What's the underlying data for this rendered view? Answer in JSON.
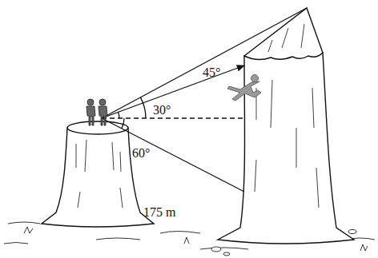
{
  "diagram": {
    "labels": [
      "30°",
      "45°",
      "60°",
      "175 m"
    ]
  }
}
